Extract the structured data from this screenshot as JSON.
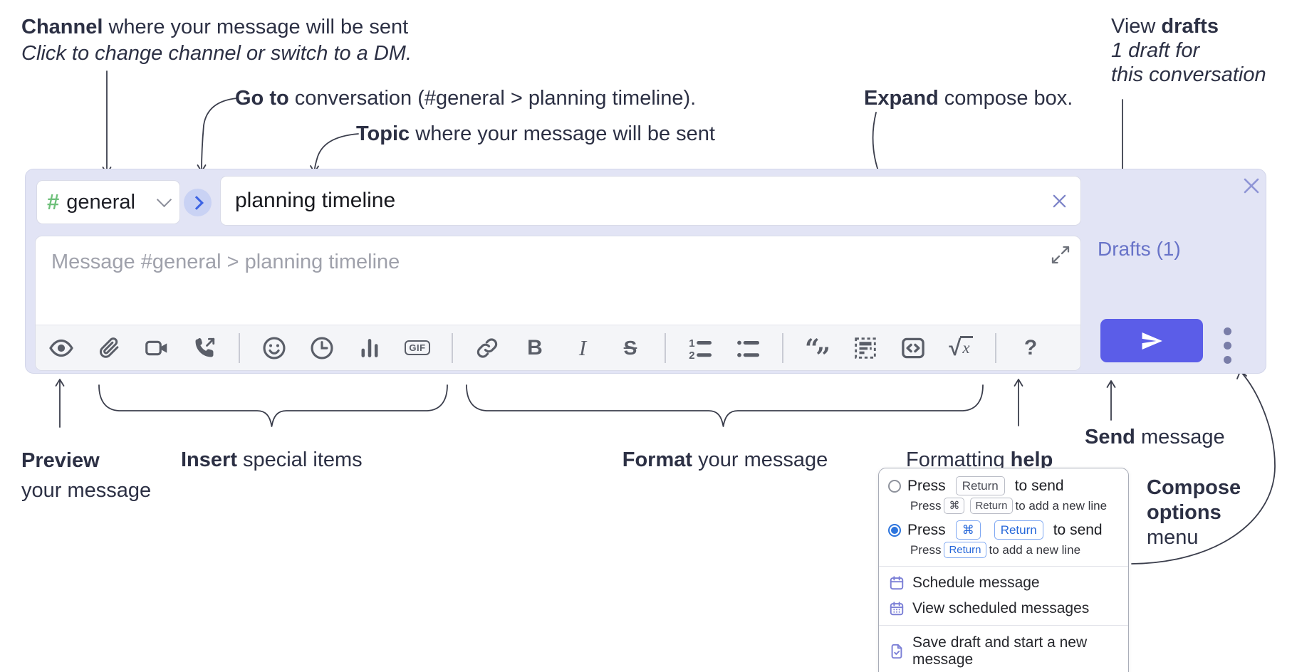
{
  "annotations": {
    "channel": {
      "bold": "Channel",
      "rest": " where your message will be sent",
      "sub": "Click to change channel or switch to a DM."
    },
    "goto": {
      "bold": "Go to",
      "rest": " conversation (#general > planning timeline)."
    },
    "topic": {
      "bold": "Topic",
      "rest": " where your message will be sent"
    },
    "expand": {
      "bold": "Expand",
      "rest": " compose box."
    },
    "view_drafts": {
      "pre": "View ",
      "bold": "drafts",
      "line2": "1 draft for",
      "line3": "this conversation"
    },
    "preview": {
      "bold": "Preview",
      "line2": "your message"
    },
    "insert": {
      "bold": "Insert",
      "rest": " special items"
    },
    "format": {
      "bold": "Format",
      "rest": " your message"
    },
    "formatting_help": {
      "pre": "Formatting ",
      "bold": "help"
    },
    "send": {
      "bold": "Send",
      "rest": " message"
    },
    "compose_options": {
      "line1": "Compose",
      "line2": "options",
      "line3": "menu"
    }
  },
  "compose": {
    "channel_selector": {
      "hash": "#",
      "name": "general"
    },
    "topic_input": {
      "value": "planning timeline"
    },
    "message_input": {
      "placeholder": "Message #general > planning timeline"
    },
    "drafts_link": "Drafts (1)",
    "toolbar": {
      "bold": "B",
      "italic": "I",
      "strike": "S",
      "gif": "GIF",
      "ol_1": "1",
      "ol_2": "2",
      "quote_open": "“",
      "quote_close": "”",
      "sqrt": "√",
      "math_x": "x",
      "help": "?"
    }
  },
  "popup": {
    "option1": {
      "pre": "Press",
      "kbd": "Return",
      "post": "to send",
      "sub_pre": "Press",
      "sub_kbd1": "⌘",
      "sub_kbd2": "Return",
      "sub_post": "to add a new line"
    },
    "option2": {
      "pre": "Press",
      "kbd1": "⌘",
      "kbd2": "Return",
      "post": "to send",
      "sub_pre": "Press",
      "sub_kbd": "Return",
      "sub_post": "to add a new line"
    },
    "items": [
      {
        "label": "Schedule message"
      },
      {
        "label": "View scheduled messages"
      },
      {
        "label": "Save draft and start a new message"
      }
    ]
  },
  "colors": {
    "compose_bg": "#e2e4f5",
    "send_button": "#5b5de8",
    "drafts_link": "#6873c8",
    "hash_green": "#6ec07a",
    "goto_blue": "#3c63e4",
    "annotation_text": "#2c3044",
    "selected_radio": "#2c74dd",
    "menu_icon_purple": "#7b7fd6",
    "toolbar_icon": "#5a5e68"
  }
}
